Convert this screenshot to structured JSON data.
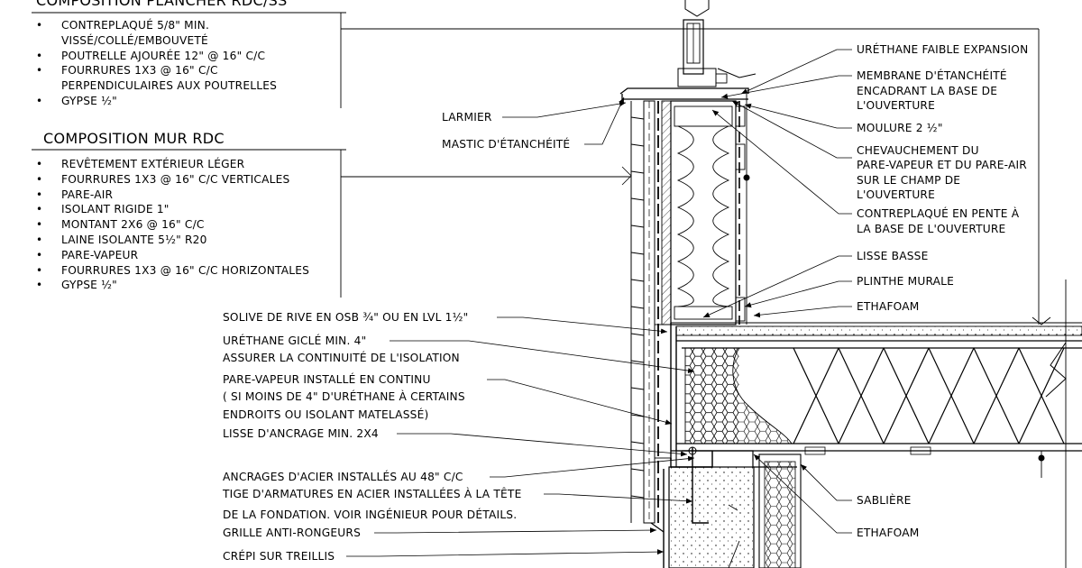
{
  "left_panel": {
    "floor_title": "COMPOSITION PLANCHER RDC/SS",
    "floor_items": [
      "CONTREPLAQUÉ 5/8\" MIN.",
      "VISSÉ/COLLÉ/EMBOUVETÉ",
      "POUTRELLE AJOURÉE 12\" @ 16\" C/C",
      "FOURRURES 1X3 @ 16\" C/C",
      "PERPENDICULAIRES AUX POUTRELLES",
      "GYPSE ½\""
    ],
    "wall_title": "COMPOSITION MUR RDC",
    "wall_items": [
      "REVÊTEMENT EXTÉRIEUR LÉGER",
      "FOURRURES 1X3 @ 16\" C/C VERTICALES",
      "PARE-AIR",
      "ISOLANT RIGIDE 1\"",
      "MONTANT 2X6 @ 16\" C/C",
      "LAINE ISOLANTE 5½\" R20",
      "PARE-VAPEUR",
      "FOURRURES 1X3 @ 16\" C/C HORIZONTALES",
      "GYPSE ½\""
    ]
  },
  "callouts_left": {
    "larmier": "LARMIER",
    "mastic": "MASTIC D'ÉTANCHÉITÉ",
    "solive": "SOLIVE DE RIVE EN OSB ¾\" OU EN LVL 1½\"",
    "urethane_1": "URÉTHANE GICLÉ MIN. 4\"",
    "urethane_2": "ASSURER LA CONTINUITÉ DE L'ISOLATION",
    "pv_1": "PARE-VAPEUR INSTALLÉ EN CONTINU",
    "pv_2": "( SI MOINS DE 4\" D'URÉTHANE À CERTAINS",
    "pv_3": "ENDROITS OU ISOLANT MATELASSÉ)",
    "lisse_ancrage": "LISSE D'ANCRAGE MIN. 2X4",
    "ancrages": "ANCRAGES D'ACIER INSTALLÉS AU 48\" C/C",
    "tige_1": "TIGE D'ARMATURES EN ACIER INSTALLÉES À LA TÊTE",
    "tige_2": "DE LA FONDATION. VOIR INGÉNIEUR POUR DÉTAILS.",
    "grille": "GRILLE ANTI-RONGEURS",
    "crepi": "CRÉPI SUR TREILLIS"
  },
  "callouts_right": {
    "urethane_faible": "URÉTHANE FAIBLE EXPANSION",
    "membrane_1": "MEMBRANE D'ÉTANCHÉITÉ",
    "membrane_2": "ENCADRANT LA BASE DE",
    "membrane_3": "L'OUVERTURE",
    "moulure": "MOULURE 2 ½\"",
    "chev_1": "CHEVAUCHEMENT DU",
    "chev_2": "PARE-VAPEUR ET DU PARE-AIR",
    "chev_3": "SUR LE CHAMP DE",
    "chev_4": "L'OUVERTURE",
    "contre_1": "CONTREPLAQUÉ EN PENTE À",
    "contre_2": "LA BASE DE L'OUVERTURE",
    "lisse_basse": "LISSE BASSE",
    "plinthe": "PLINTHE MURALE",
    "ethafoam_1": "ETHAFOAM",
    "sabliere": "SABLIÈRE",
    "ethafoam_2": "ETHAFOAM"
  },
  "colors": {
    "ink": "#000000",
    "paper": "#ffffff",
    "hatch": "#555555"
  }
}
